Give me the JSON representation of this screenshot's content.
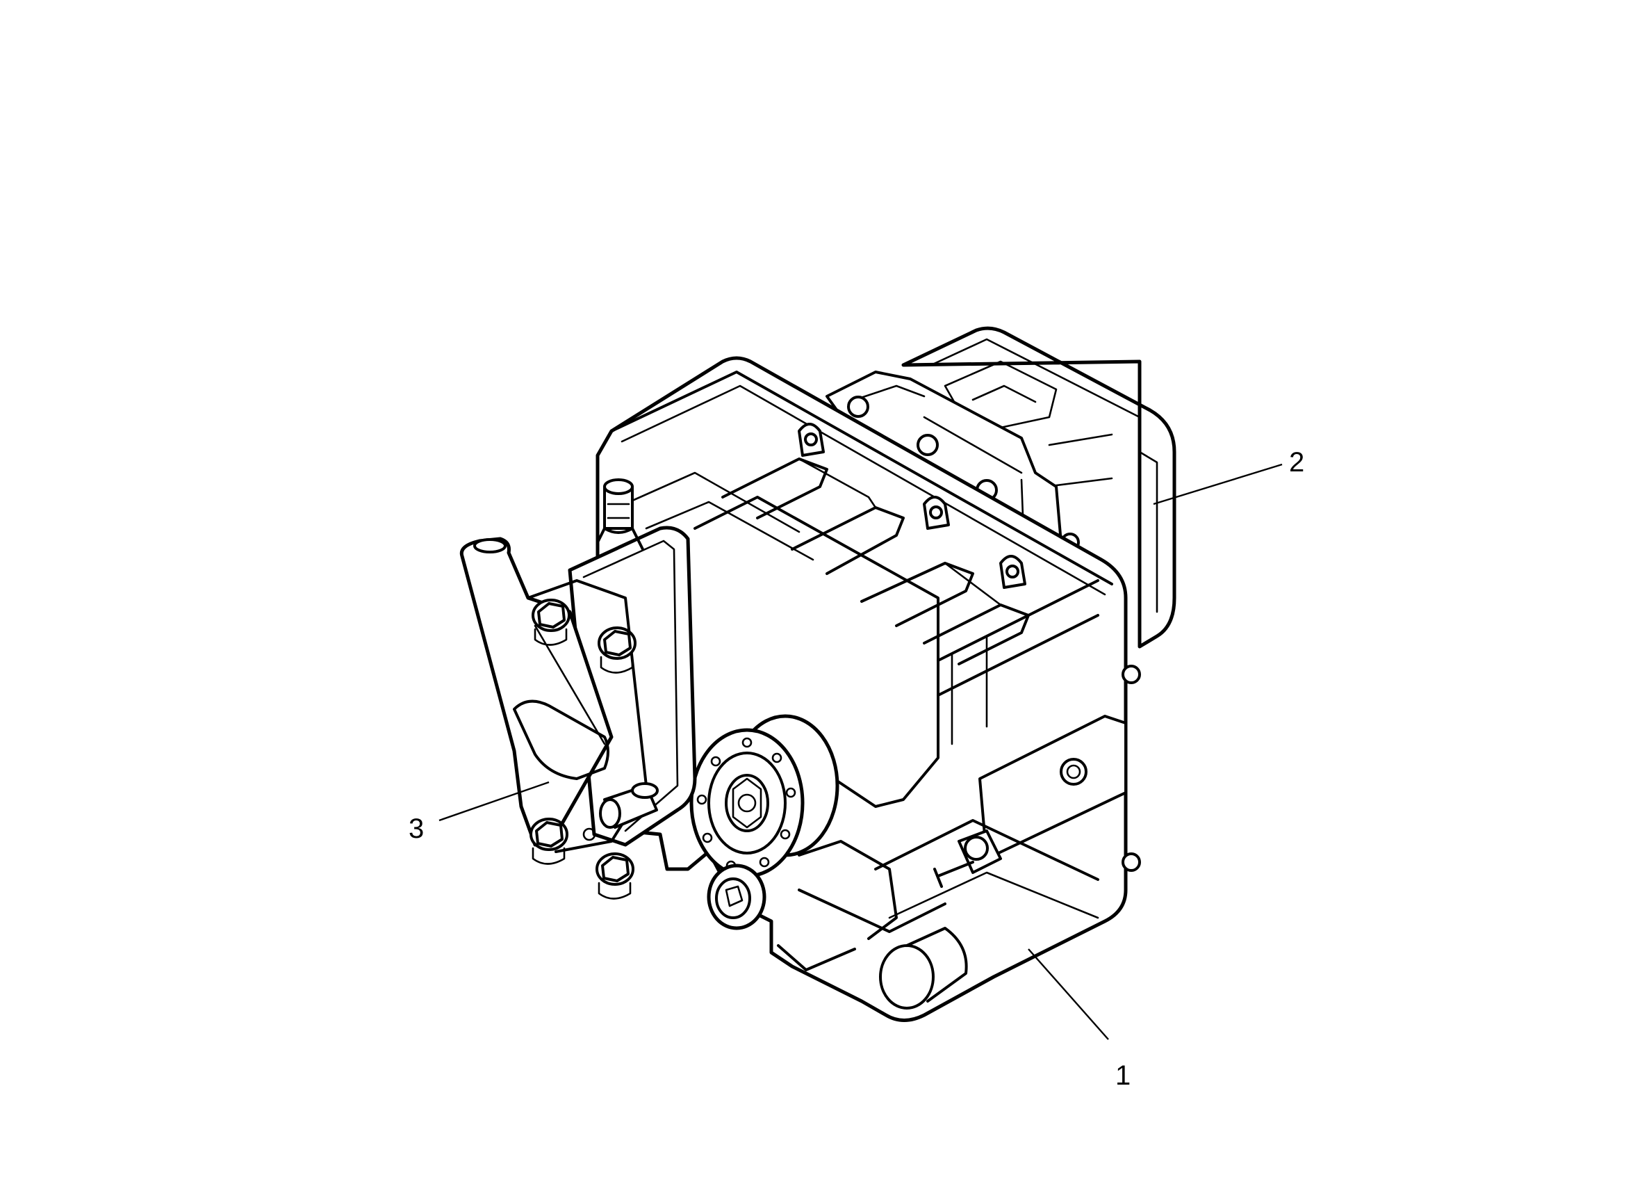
{
  "diagram": {
    "colors": {
      "ink": "#000000",
      "background": "#ffffff"
    },
    "callouts": [
      {
        "id": "1",
        "label": "1"
      },
      {
        "id": "2",
        "label": "2"
      },
      {
        "id": "3",
        "label": "3"
      }
    ]
  }
}
